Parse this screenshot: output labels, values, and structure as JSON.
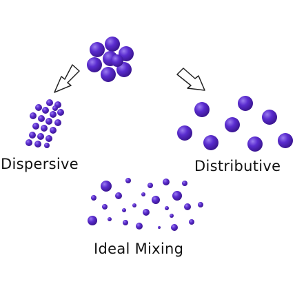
{
  "labels": {
    "dispersive": "Dispersive",
    "distributive": "Distributive",
    "ideal_mixing": "Ideal Mixing"
  },
  "colors": {
    "particle_dark": "#3a1590",
    "particle_main": "#5a2ccf",
    "particle_light": "#9b7cf0",
    "arrow_stroke": "#222222",
    "text": "#111111"
  }
}
